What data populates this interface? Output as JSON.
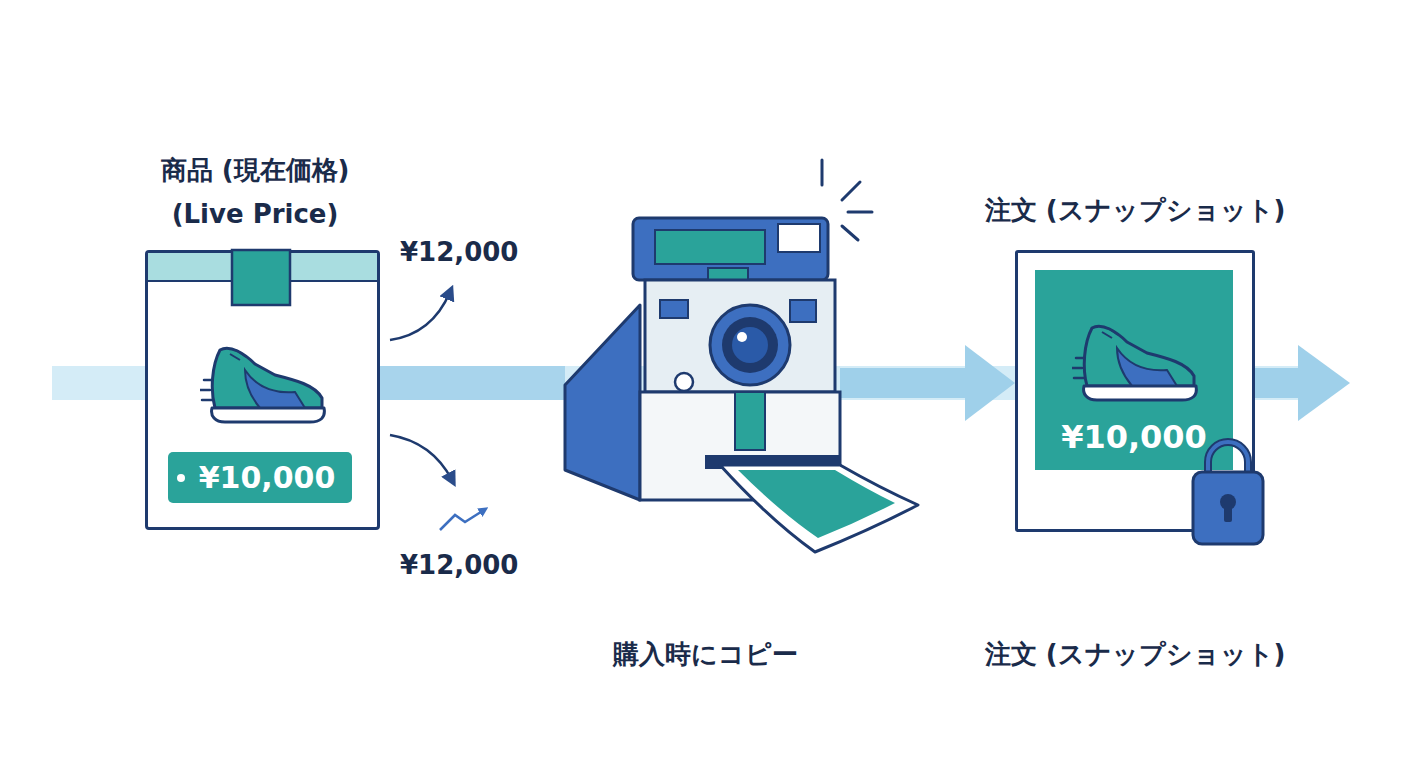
{
  "diagram": {
    "nodes": [
      {
        "text": [
          "商品 (現在価格) (Live Price)"
        ]
      },
      {
        "text": [
          "¥10,000"
        ],
        "in": 0
      },
      {
        "text": [
          "購入時にコピー"
        ]
      },
      {
        "text": [
          "注文 (スナップショット)",
          "注文 (スナップショット)"
        ]
      },
      {
        "text": [
          "¥10,000"
        ],
        "in": 3
      }
    ],
    "edges": [
      {
        "from": 0,
        "to": 2,
        "arrow": "none"
      },
      {
        "from": 2,
        "to": 3,
        "arrow": "to"
      }
    ],
    "labels": [
      "¥12,000",
      "¥12,000"
    ]
  }
}
